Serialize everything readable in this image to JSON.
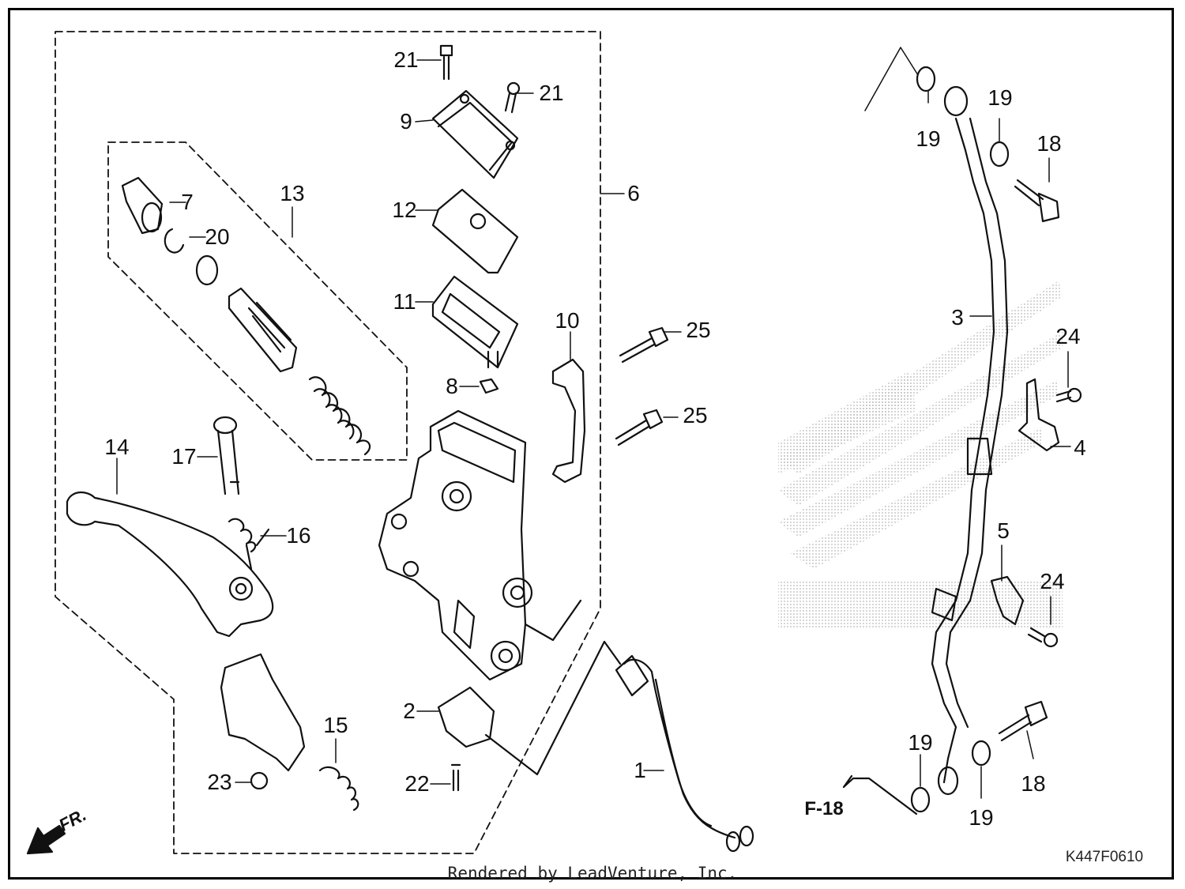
{
  "diagram": {
    "callouts": [
      {
        "id": "c1",
        "text": "1"
      },
      {
        "id": "c2",
        "text": "2"
      },
      {
        "id": "c3",
        "text": "3"
      },
      {
        "id": "c4",
        "text": "4"
      },
      {
        "id": "c5",
        "text": "5"
      },
      {
        "id": "c6",
        "text": "6"
      },
      {
        "id": "c7",
        "text": "7"
      },
      {
        "id": "c8",
        "text": "8"
      },
      {
        "id": "c9",
        "text": "9"
      },
      {
        "id": "c10",
        "text": "10"
      },
      {
        "id": "c11",
        "text": "11"
      },
      {
        "id": "c12",
        "text": "12"
      },
      {
        "id": "c13",
        "text": "13"
      },
      {
        "id": "c14",
        "text": "14"
      },
      {
        "id": "c15",
        "text": "15"
      },
      {
        "id": "c16",
        "text": "16"
      },
      {
        "id": "c17",
        "text": "17"
      },
      {
        "id": "c18a",
        "text": "18"
      },
      {
        "id": "c18b",
        "text": "18"
      },
      {
        "id": "c19a",
        "text": "19"
      },
      {
        "id": "c19b",
        "text": "19"
      },
      {
        "id": "c19c",
        "text": "19"
      },
      {
        "id": "c19d",
        "text": "19"
      },
      {
        "id": "c20",
        "text": "20"
      },
      {
        "id": "c21a",
        "text": "21"
      },
      {
        "id": "c21b",
        "text": "21"
      },
      {
        "id": "c22",
        "text": "22"
      },
      {
        "id": "c23",
        "text": "23"
      },
      {
        "id": "c24a",
        "text": "24"
      },
      {
        "id": "c24b",
        "text": "24"
      },
      {
        "id": "c25a",
        "text": "25"
      },
      {
        "id": "c25b",
        "text": "25"
      }
    ],
    "section_ref": "F-18",
    "direction_label": "FR.",
    "drawing_code": "K447F0610",
    "watermark_text": "HONDA"
  },
  "footer": {
    "credit": "Rendered by LeadVenture, Inc."
  },
  "colors": {
    "line": "#111111",
    "watermark": "#b8b8b8",
    "background": "#ffffff"
  }
}
